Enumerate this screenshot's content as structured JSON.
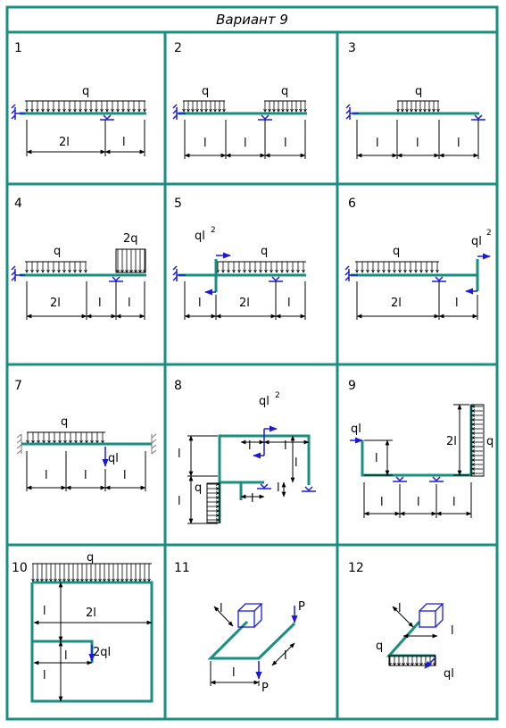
{
  "title": "Вариант 9",
  "colors": {
    "frame": "#1a8f80",
    "beam": "#1a8f80",
    "accent": "#1a1ad6",
    "ink": "#000000"
  },
  "cells": [
    {
      "number": "1",
      "loads": [
        "q"
      ],
      "spans": [
        "2l",
        "l"
      ]
    },
    {
      "number": "2",
      "loads": [
        "q",
        "q"
      ],
      "spans": [
        "l",
        "l",
        "l"
      ]
    },
    {
      "number": "3",
      "loads": [
        "q"
      ],
      "spans": [
        "l",
        "l",
        "l"
      ]
    },
    {
      "number": "4",
      "loads": [
        "q",
        "2q"
      ],
      "spans": [
        "2l",
        "l",
        "l"
      ]
    },
    {
      "number": "5",
      "loads": [
        "ql",
        "2",
        "q"
      ],
      "spans": [
        "l",
        "2l",
        "l"
      ]
    },
    {
      "number": "6",
      "loads": [
        "q",
        "ql",
        "2"
      ],
      "spans": [
        "2l",
        "l"
      ]
    },
    {
      "number": "7",
      "loads": [
        "q",
        "ql"
      ],
      "spans": [
        "l",
        "l",
        "l"
      ]
    },
    {
      "number": "8",
      "loads": [
        "ql",
        "2",
        "q"
      ],
      "spans": [
        "l",
        "l",
        "l",
        "l",
        "l",
        "l",
        "l"
      ]
    },
    {
      "number": "9",
      "loads": [
        "ql",
        "q"
      ],
      "spans": [
        "l",
        "2l",
        "l",
        "l",
        "l"
      ]
    },
    {
      "number": "10",
      "loads": [
        "q",
        "2ql"
      ],
      "spans": [
        "l",
        "2l",
        "l",
        "l"
      ]
    },
    {
      "number": "11",
      "loads": [
        "P",
        "P"
      ],
      "spans": [
        "l",
        "l",
        "l"
      ]
    },
    {
      "number": "12",
      "loads": [
        "q",
        "ql"
      ],
      "spans": [
        "l",
        "l"
      ]
    }
  ]
}
